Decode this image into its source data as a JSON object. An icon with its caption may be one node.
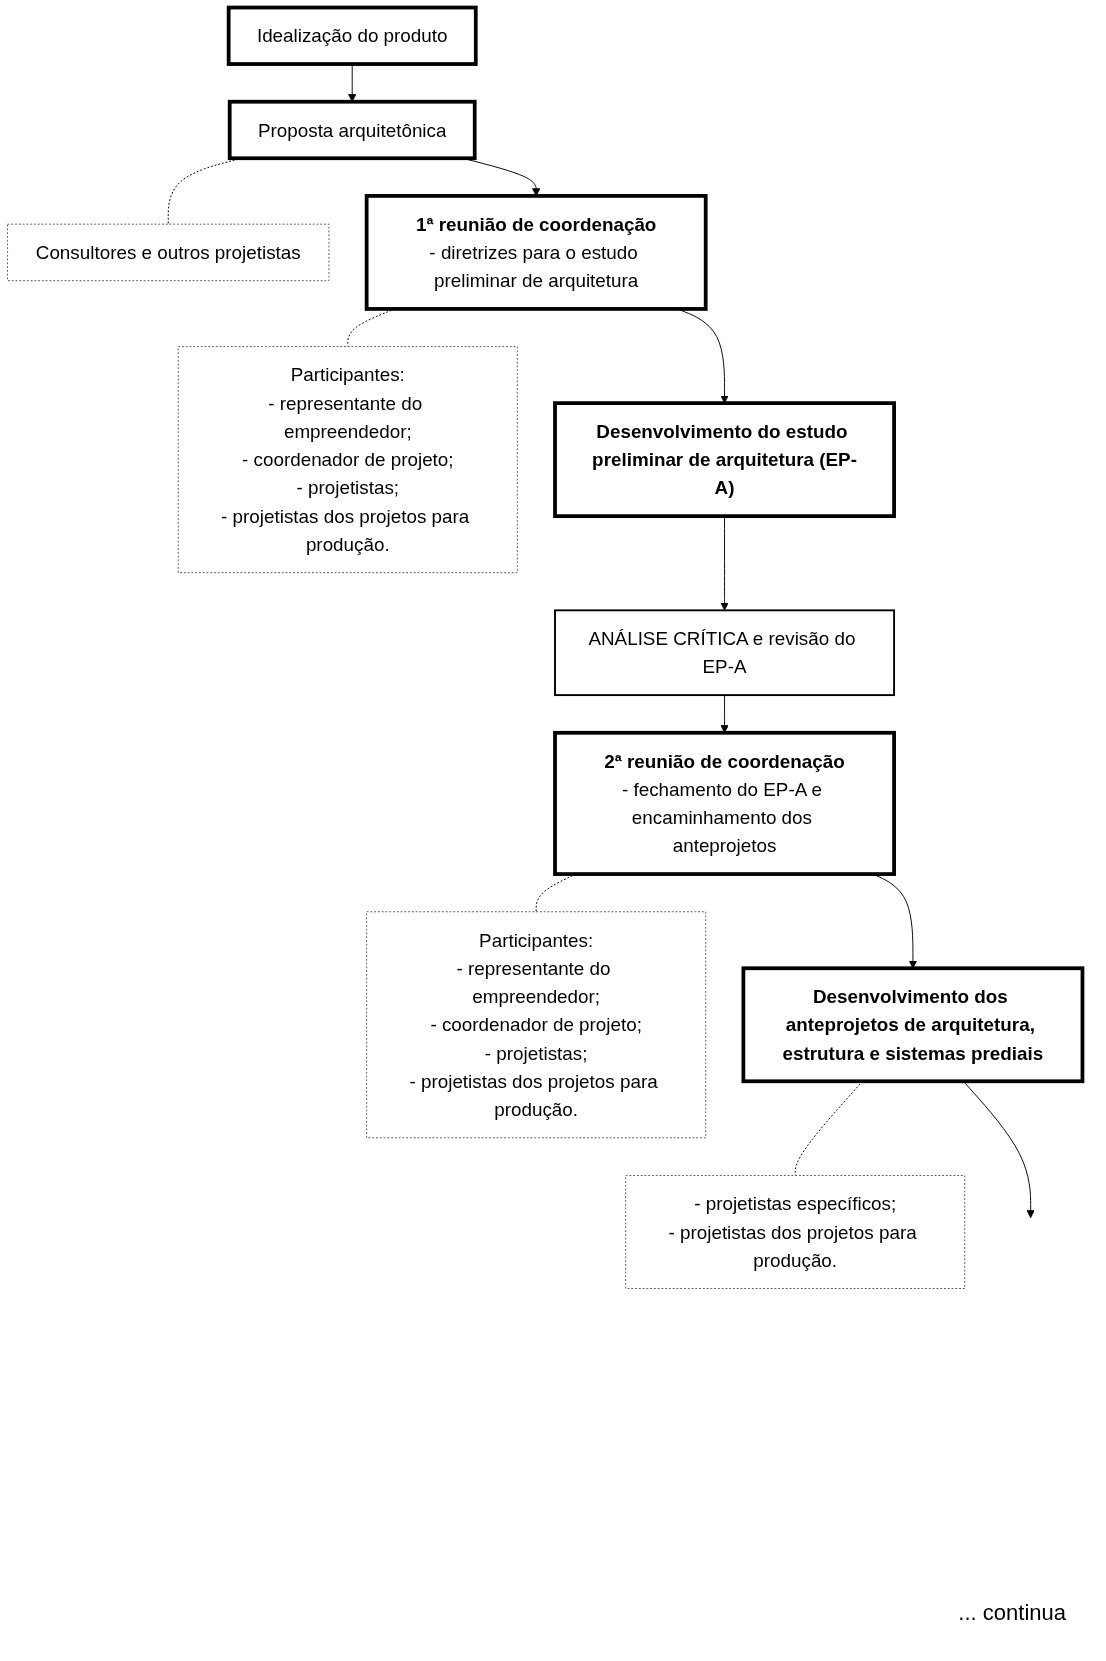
{
  "diagram": {
    "nodes": [
      {
        "text": [
          "Idealização do produto"
        ]
      },
      {
        "text": [
          "Proposta arquitetônica"
        ]
      },
      {
        "text": [
          "Consultores e outros projetistas"
        ]
      },
      {
        "text": [
          "1ª reunião de coordenação",
          "- diretrizes para o estudo preliminar de arquitetura"
        ]
      },
      {
        "text": [
          "Participantes:",
          "- representante do empreendedor;",
          "- coordenador de projeto;",
          "- projetistas;",
          "- projetistas dos projetos para produção."
        ]
      },
      {
        "text": [
          "Desenvolvimento do estudo preliminar de arquitetura (EP-A)"
        ]
      },
      {
        "text": [
          "ANÁLISE CRÍTICA e revisão do EP-A"
        ]
      },
      {
        "text": [
          "Participantes:",
          "- representante do empreendedor;",
          "- coordenador de projeto;",
          "- projetistas;",
          "- projetistas dos projetos para produção."
        ]
      },
      {
        "text": [
          "2ª reunião de coordenação",
          "- fechamento do EP-A e encaminhamento dos anteprojetos"
        ]
      },
      {
        "text": [
          "Desenvolvimento dos anteprojetos de arquitetura, estrutura e sistemas prediais"
        ]
      },
      {
        "text": [
          "- projetistas específicos;",
          "- projetistas dos projetos para produção."
        ]
      }
    ],
    "edges": [
      {
        "from": 0,
        "to": 1,
        "arrow": "to"
      },
      {
        "from": 1,
        "to": 2,
        "arrow": "none",
        "style": "dashed"
      },
      {
        "from": 1,
        "to": 3,
        "arrow": "to"
      },
      {
        "from": 3,
        "to": 4,
        "arrow": "none",
        "style": "dashed"
      },
      {
        "from": 3,
        "to": 5,
        "arrow": "to"
      },
      {
        "from": 5,
        "to": 6,
        "arrow": "to"
      },
      {
        "from": 6,
        "to": 8,
        "arrow": "to"
      },
      {
        "from": 8,
        "to": 7,
        "arrow": "none",
        "style": "dashed"
      },
      {
        "from": 8,
        "to": 9,
        "arrow": "to"
      },
      {
        "from": 9,
        "to": 10,
        "arrow": "none",
        "style": "dashed"
      },
      {
        "from": 9,
        "to": null,
        "arrow": "to"
      }
    ],
    "labels": [
      "... continua"
    ]
  }
}
